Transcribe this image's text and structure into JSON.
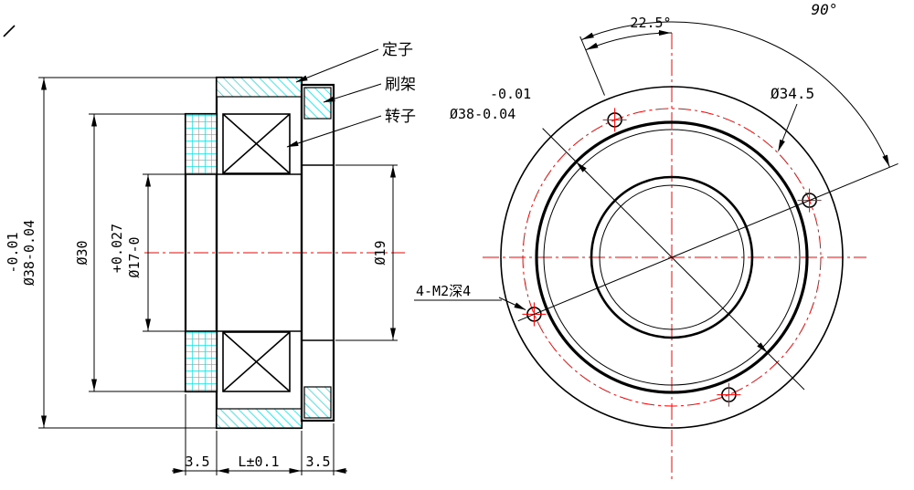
{
  "drawing_title": "motor section and front view engineering drawing",
  "colors": {
    "line": "#000000",
    "hatch": "#00d9d9",
    "centerline": "#ff0000",
    "background": "#ffffff"
  },
  "section_view": {
    "callouts": {
      "stator": "定子",
      "brush_holder": "刷架",
      "rotor": "转子"
    },
    "dims": {
      "outer_dia_upper_tol": "-0.01",
      "outer_dia": "Ø38-0.04",
      "mid_dia": "Ø30",
      "bore_upper_tol": "+0.027",
      "bore_dia": "Ø17-0",
      "right_bore_dia": "Ø19",
      "left_width": "3.5",
      "length": "L±0.1",
      "right_width": "3.5"
    }
  },
  "front_view": {
    "dims": {
      "hole_spacing_angle": "90°",
      "hole_offset_angle": "22.5°",
      "bolt_circle_dia": "Ø34.5",
      "outer_dia_upper_tol": "-0.01",
      "outer_dia": "Ø38-0.04",
      "thread_note": "4-M2深4"
    }
  }
}
